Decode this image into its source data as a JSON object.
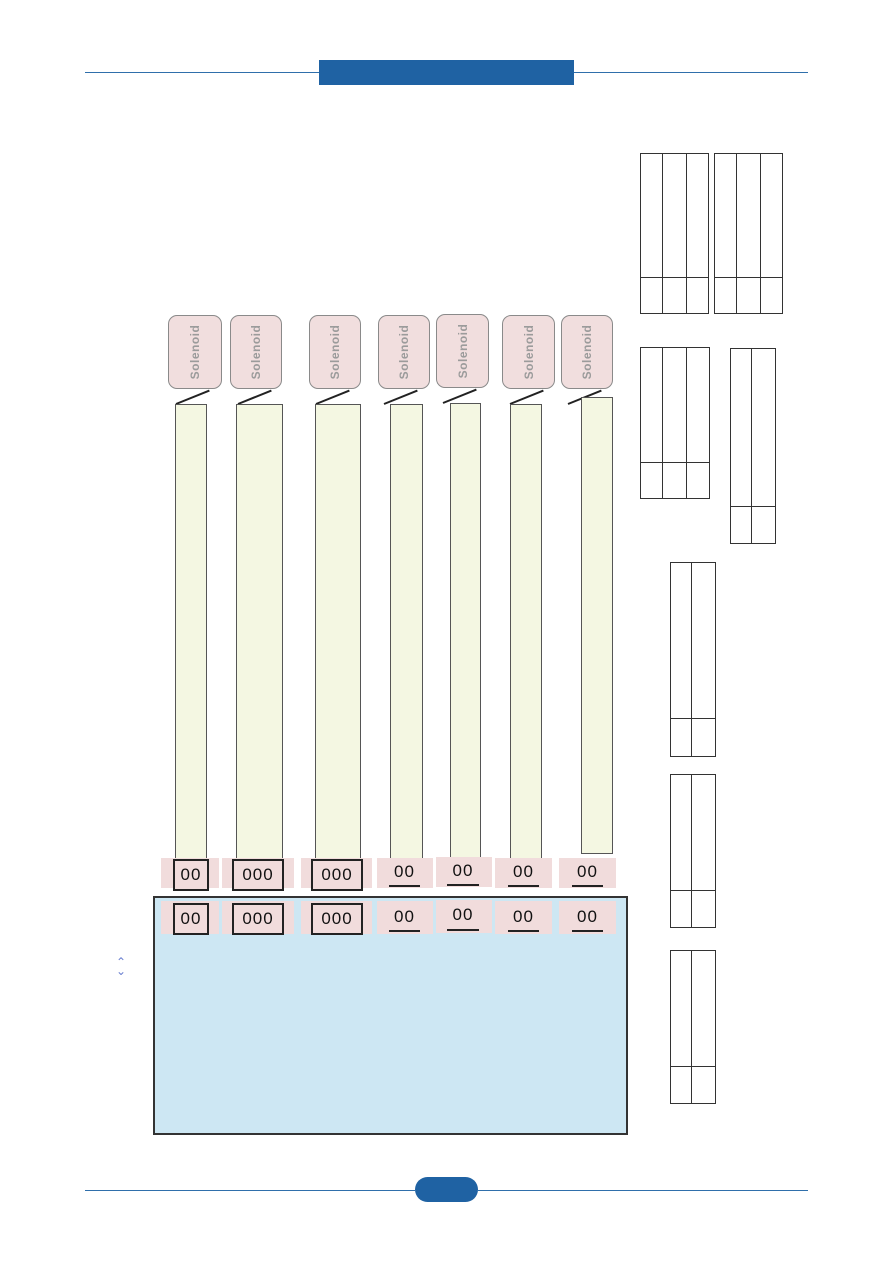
{
  "header": {
    "bar_color": "#1f62a3",
    "rule_color": "#2f6fab"
  },
  "footer": {
    "page_badge": ""
  },
  "diagram": {
    "solenoid_label": "Solenoid",
    "connectors": [
      "00",
      "000",
      "000",
      "00",
      "00",
      "00",
      "00"
    ],
    "colors": {
      "solenoid_fill": "#f1dede",
      "harness_fill": "#f4f7e2",
      "connector_fill": "#f1dcdc",
      "board_fill": "#cde7f3"
    }
  }
}
